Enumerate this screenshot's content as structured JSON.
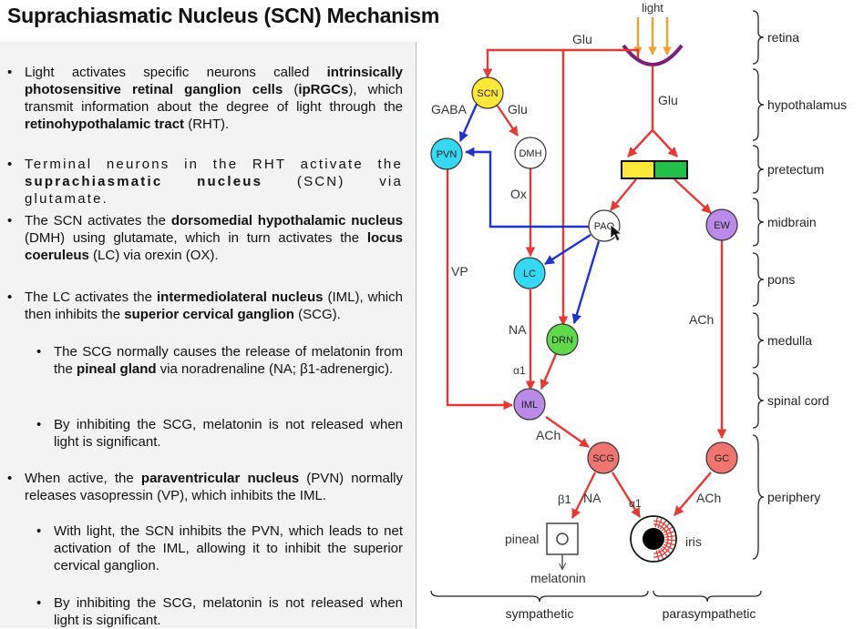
{
  "title": "Suprachiasmatic Nucleus (SCN) Mechanism",
  "bullets": [
    {
      "segments": [
        {
          "t": "Light activates specific neurons called "
        },
        {
          "t": "intrinsically photosensitive retinal ganglion cells",
          "b": true
        },
        {
          "t": " ("
        },
        {
          "t": "ipRGCs",
          "b": true
        },
        {
          "t": "), which transmit information about the degree of light through the "
        },
        {
          "t": "retinohypothalamic tract",
          "b": true
        },
        {
          "t": " (RHT)."
        }
      ]
    },
    {
      "segments": [
        {
          "t": "Terminal neurons in the RHT activate the "
        },
        {
          "t": "suprachiasmatic nucleus",
          "b": true
        },
        {
          "t": " (SCN) via glutamate."
        }
      ]
    },
    {
      "segments": [
        {
          "t": "The SCN activates the "
        },
        {
          "t": "dorsomedial hypothalamic nucleus",
          "b": true
        },
        {
          "t": " (DMH) using glutamate, which in turn activates the "
        },
        {
          "t": "locus coeruleus",
          "b": true
        },
        {
          "t": " (LC) via orexin (OX)."
        }
      ]
    },
    {
      "segments": [
        {
          "t": "The LC activates the "
        },
        {
          "t": "intermediolateral nucleus",
          "b": true
        },
        {
          "t": " (IML), which then inhibits the "
        },
        {
          "t": "superior cervical ganglion",
          "b": true
        },
        {
          "t": " (SCG)."
        }
      ]
    },
    {
      "segments": [
        {
          "t": "The SCG normally causes the release of melatonin from the "
        },
        {
          "t": "pineal gland",
          "b": true
        },
        {
          "t": " via noradrenaline (NA; β1-adrenergic)."
        }
      ]
    },
    {
      "segments": [
        {
          "t": "By inhibiting the SCG, melatonin is not released when light is significant."
        }
      ]
    },
    {
      "segments": [
        {
          "t": "When active, the "
        },
        {
          "t": "paraventricular nucleus",
          "b": true
        },
        {
          "t": " (PVN) normally releases vasopressin (VP), which inhibits the IML."
        }
      ]
    },
    {
      "segments": [
        {
          "t": "With light, the SCN inhibits the PVN, which leads to net activation of the IML, allowing it to inhibit the superior cervical ganglion."
        }
      ]
    },
    {
      "segments": [
        {
          "t": "By inhibiting the SCG, melatonin is not released when light is significant."
        }
      ]
    }
  ],
  "diagram": {
    "nodes": {
      "scn": "SCN",
      "pvn": "PVN",
      "dmh": "DMH",
      "paq": "PAQ",
      "ew": "EW",
      "lc": "LC",
      "drn": "DRN",
      "iml": "IML",
      "scg": "SCG",
      "gc": "GC"
    },
    "labels": {
      "light": "light",
      "glu_top": "Glu",
      "glu_right": "Glu",
      "gaba": "GABA",
      "glu_scn": "Glu",
      "ox": "Ox",
      "vp": "VP",
      "na": "NA",
      "alpha1_iml": "α1",
      "ach_iml": "ACh",
      "ach_ew": "ACh",
      "beta1": "β1",
      "na_scg": "NA",
      "alpha1_iris": "α1",
      "ach_gc": "ACh",
      "pineal": "pineal",
      "melatonin": "melatonin",
      "iris": "iris"
    },
    "regions": {
      "retina": "retina",
      "hypothalamus": "hypothalamus",
      "pretectum": "pretectum",
      "midbrain": "midbrain",
      "pons": "pons",
      "medulla": "medulla",
      "spinal_cord": "spinal cord",
      "periphery": "periphery"
    },
    "bottom": {
      "sympathetic": "sympathetic",
      "parasympathetic": "parasympathetic"
    },
    "colors": {
      "excitatory": "#e53935",
      "inhibitory": "#1e35c8",
      "light_arrow": "#f0a030",
      "retina_cup": "#7a1e78",
      "scn": "#ffe83a",
      "pvn": "#35d8f0",
      "lc": "#35d8f0",
      "drn": "#5fd84a",
      "ew": "#b98ae8",
      "iml": "#b98ae8",
      "scg": "#f07570",
      "gc": "#f07570",
      "pretectum_yellow": "#ffe83a",
      "pretectum_green": "#22c048"
    }
  }
}
